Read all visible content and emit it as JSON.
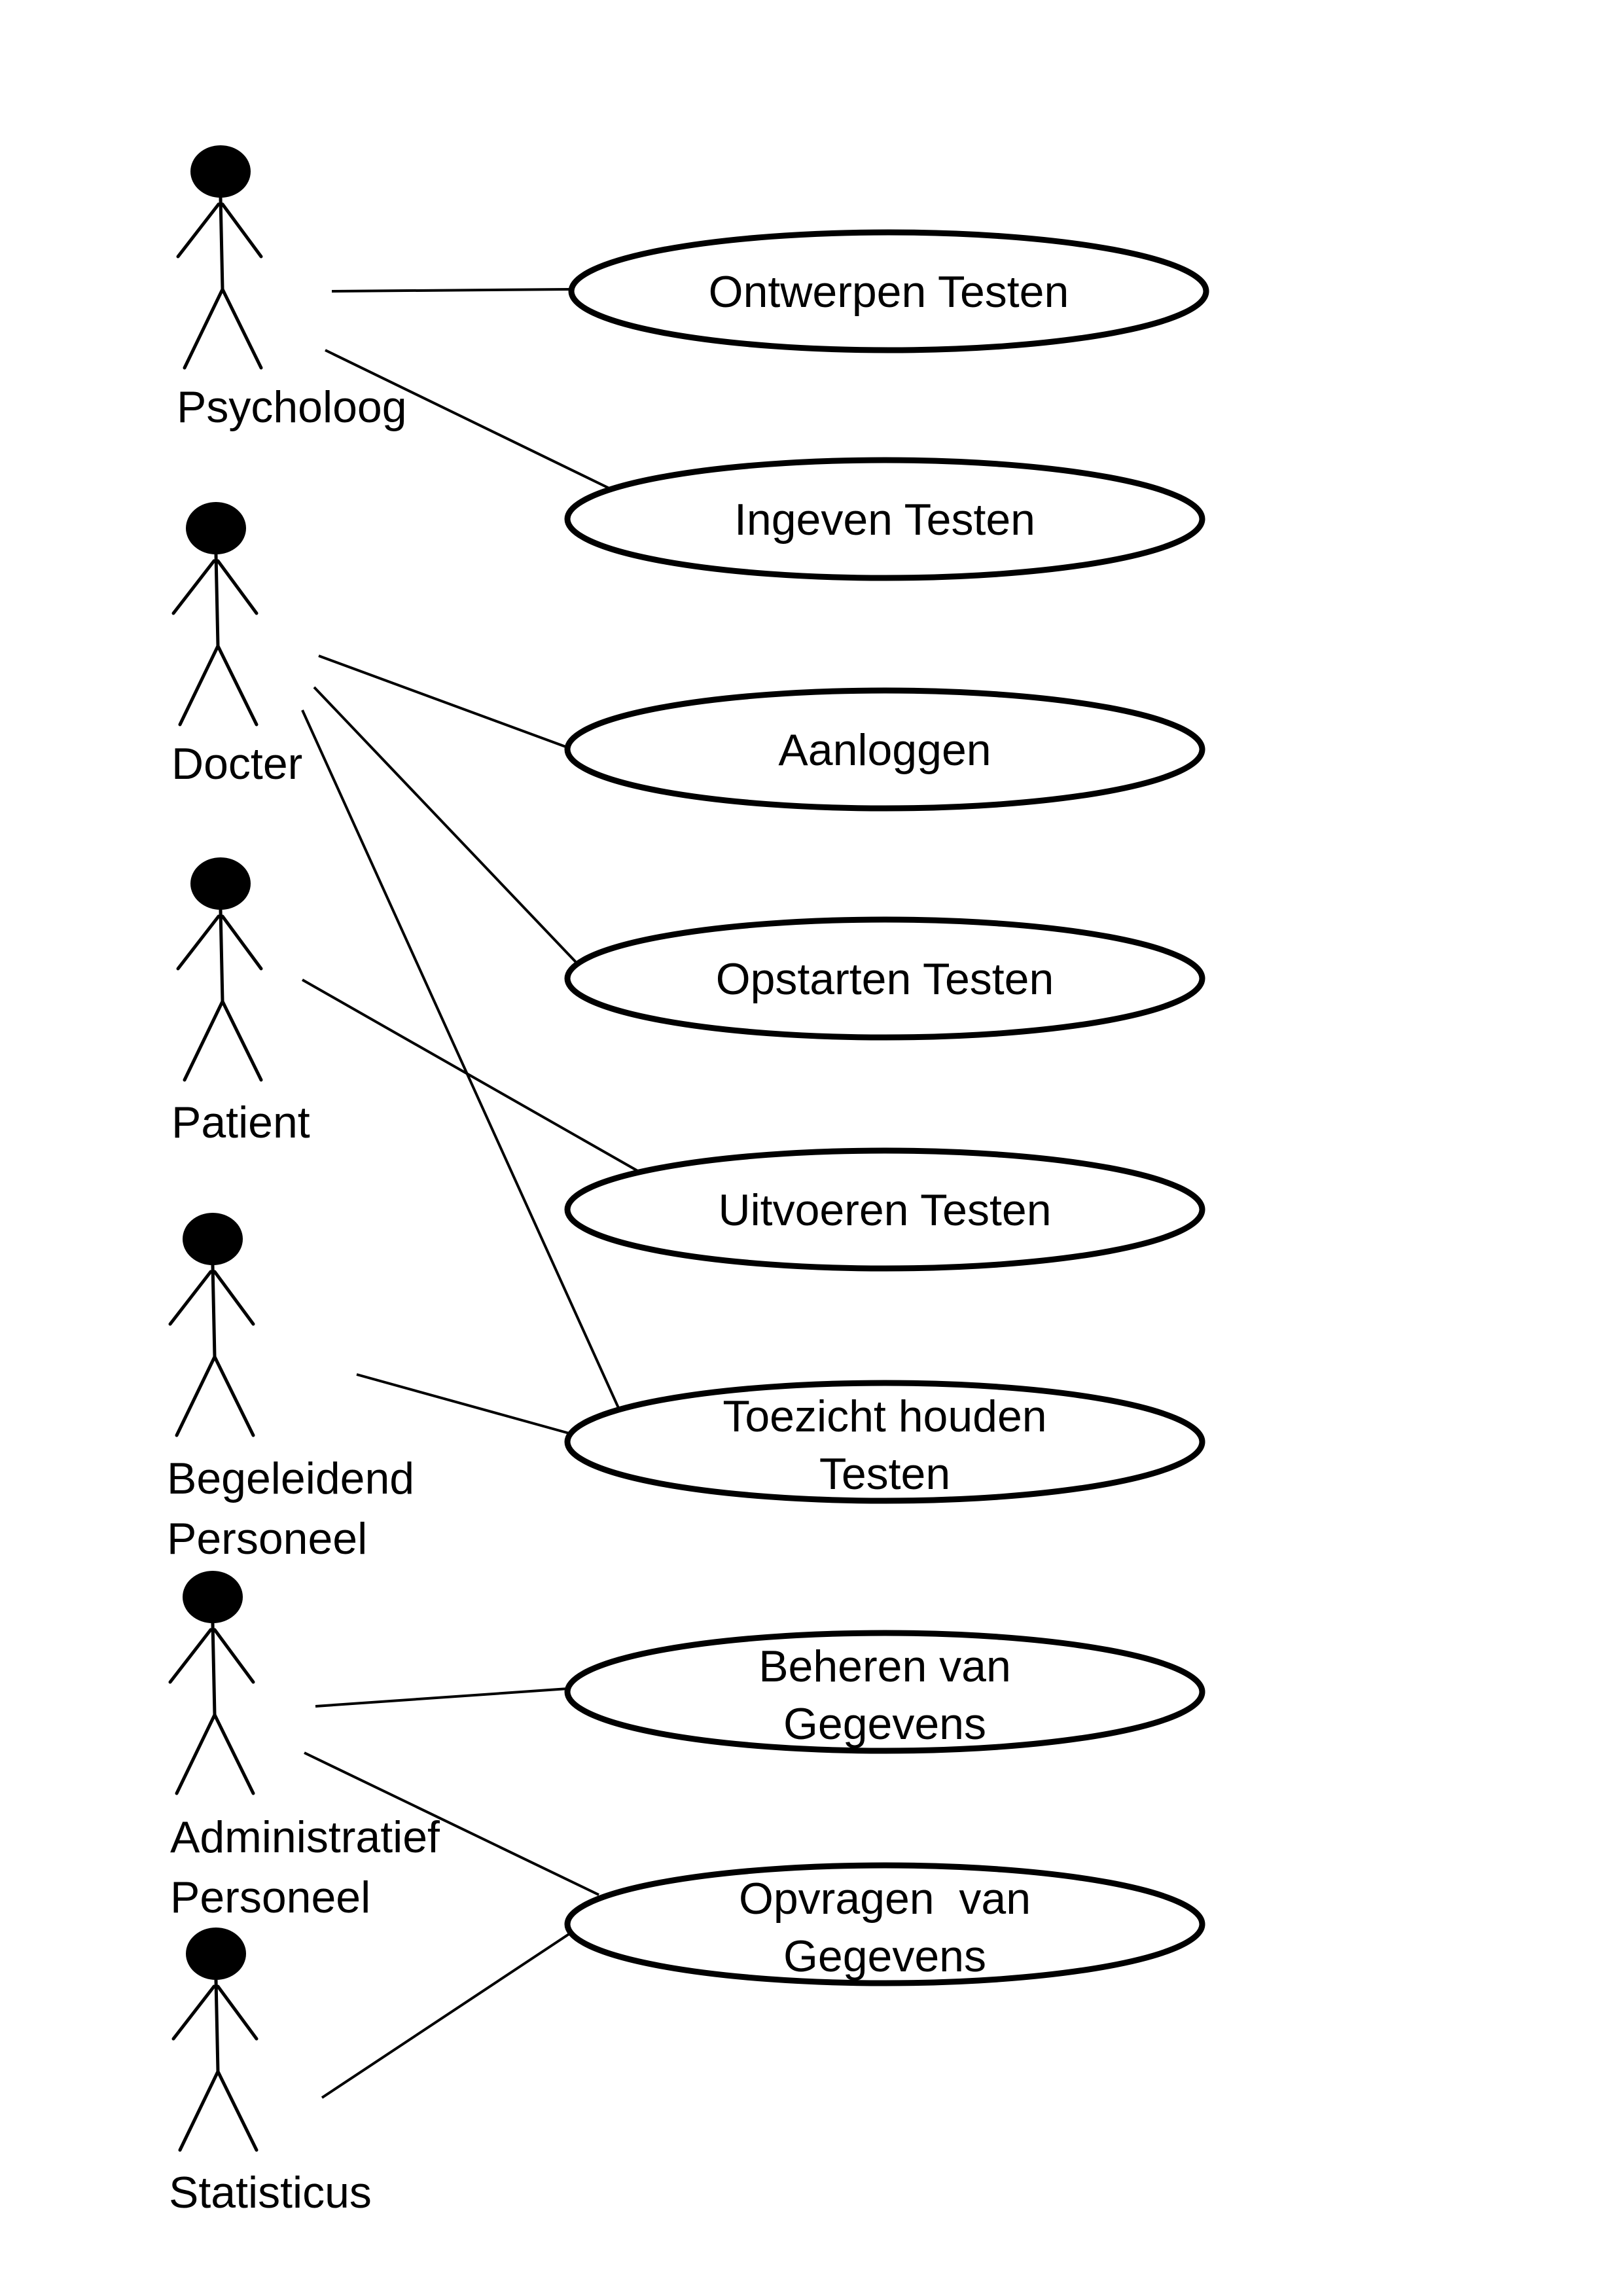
{
  "actors": [
    {
      "id": "psycholoog",
      "lines": [
        "Psycholoog"
      ]
    },
    {
      "id": "docter",
      "lines": [
        "Docter"
      ]
    },
    {
      "id": "patient",
      "lines": [
        "Patient"
      ]
    },
    {
      "id": "begeleidend-personeel",
      "lines": [
        "Begeleidend",
        "Personeel"
      ]
    },
    {
      "id": "administratief-personeel",
      "lines": [
        "Administratief",
        "Personeel"
      ]
    },
    {
      "id": "statisticus",
      "lines": [
        "Statisticus"
      ]
    }
  ],
  "use_cases": [
    {
      "id": "ontwerpen-testen",
      "lines": [
        "Ontwerpen Testen"
      ]
    },
    {
      "id": "ingeven-testen",
      "lines": [
        "Ingeven Testen"
      ]
    },
    {
      "id": "aanloggen",
      "lines": [
        "Aanloggen"
      ]
    },
    {
      "id": "opstarten-testen",
      "lines": [
        "Opstarten Testen"
      ]
    },
    {
      "id": "uitvoeren-testen",
      "lines": [
        "Uitvoeren Testen"
      ]
    },
    {
      "id": "toezicht-houden-testen",
      "lines": [
        "Toezicht houden",
        "Testen"
      ]
    },
    {
      "id": "beheren-van-gegevens",
      "lines": [
        "Beheren van",
        "Gegevens"
      ]
    },
    {
      "id": "opvragen-van-gegevens",
      "lines": [
        "Opvragen  van",
        "Gegevens"
      ]
    }
  ],
  "associations": [
    {
      "actor": "psycholoog",
      "use_case": "ontwerpen-testen"
    },
    {
      "actor": "psycholoog",
      "use_case": "ingeven-testen"
    },
    {
      "actor": "docter",
      "use_case": "aanloggen"
    },
    {
      "actor": "docter",
      "use_case": "opstarten-testen"
    },
    {
      "actor": "docter",
      "use_case": "toezicht-houden-testen"
    },
    {
      "actor": "patient",
      "use_case": "uitvoeren-testen"
    },
    {
      "actor": "begeleidend-personeel",
      "use_case": "toezicht-houden-testen"
    },
    {
      "actor": "administratief-personeel",
      "use_case": "beheren-van-gegevens"
    },
    {
      "actor": "administratief-personeel",
      "use_case": "opvragen-van-gegevens"
    },
    {
      "actor": "statisticus",
      "use_case": "opvragen-van-gegevens"
    }
  ]
}
